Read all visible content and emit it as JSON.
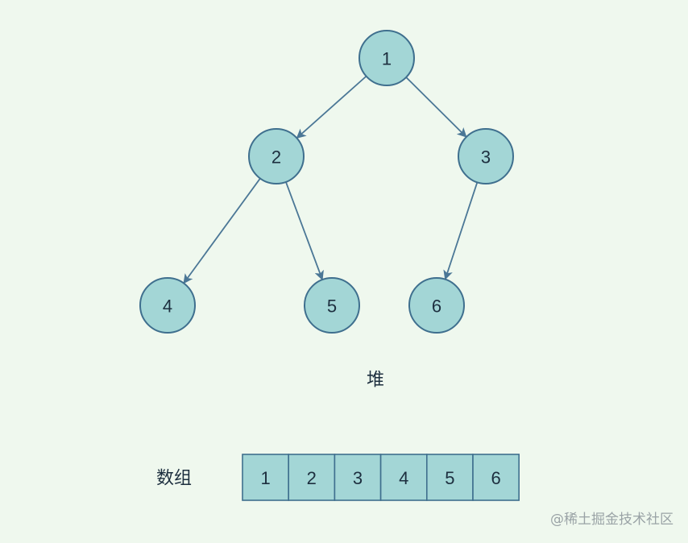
{
  "heap": {
    "label": "堆",
    "nodes": [
      {
        "id": "n1",
        "label": "1"
      },
      {
        "id": "n2",
        "label": "2"
      },
      {
        "id": "n3",
        "label": "3"
      },
      {
        "id": "n4",
        "label": "4"
      },
      {
        "id": "n5",
        "label": "5"
      },
      {
        "id": "n6",
        "label": "6"
      }
    ],
    "edges": [
      {
        "from": "n1",
        "to": "n2"
      },
      {
        "from": "n1",
        "to": "n3"
      },
      {
        "from": "n2",
        "to": "n4"
      },
      {
        "from": "n2",
        "to": "n5"
      },
      {
        "from": "n3",
        "to": "n6"
      }
    ]
  },
  "array": {
    "label": "数组",
    "cells": [
      "1",
      "2",
      "3",
      "4",
      "5",
      "6"
    ]
  },
  "watermark": "@稀土掘金技术社区",
  "colors": {
    "background": "#eff8ee",
    "node_fill": "#a3d6d6",
    "node_stroke": "#3f6f8e",
    "edge": "#4b7796",
    "text": "#1d2f3f"
  }
}
